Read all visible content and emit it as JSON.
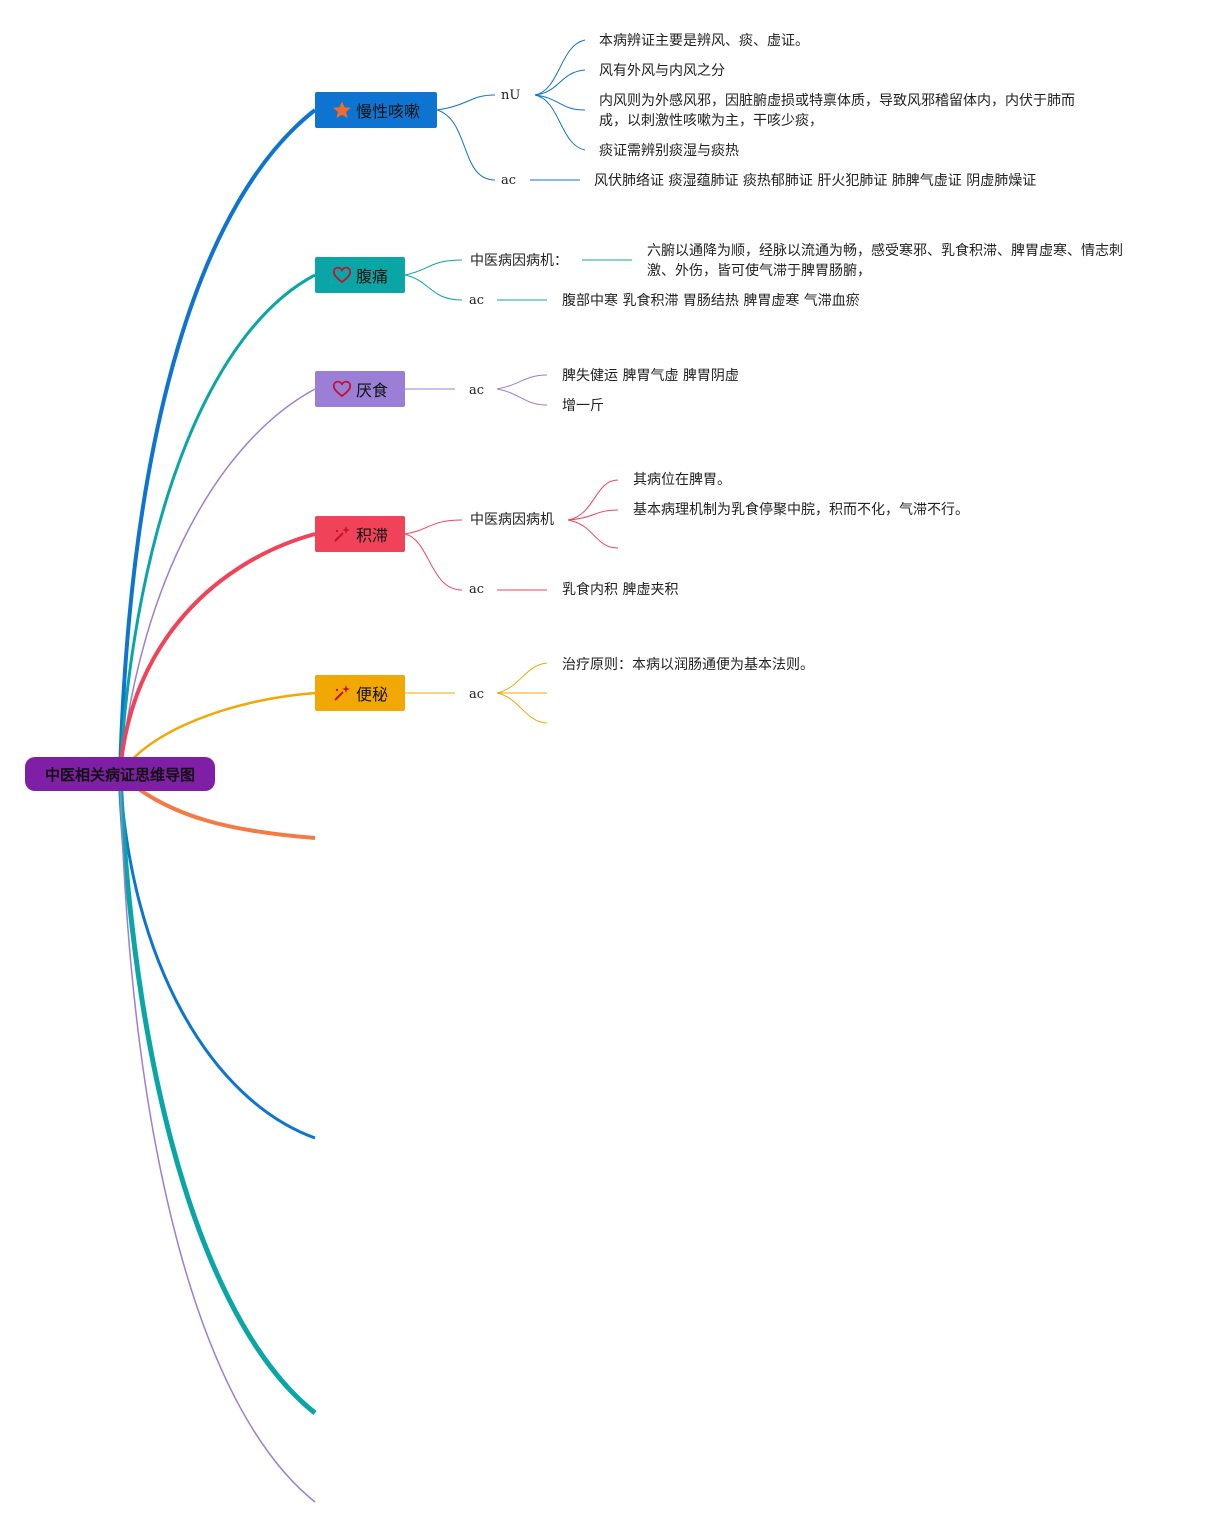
{
  "root": {
    "label": "中医相关病证思维导图",
    "color": "#7e1fa5"
  },
  "topics": [
    {
      "label": "慢性咳嗽",
      "icon": "star-icon",
      "color": "#0e74d1",
      "groups": [
        {
          "label": "nU",
          "items": [
            "本病辨证主要是辨风、痰、虚证。",
            "风有外风与内风之分",
            "内风则为外感风邪，因脏腑虚损或特禀体质，导致风邪稽留体内，内伏于肺而成，以刺激性咳嗽为主，干咳少痰，",
            "痰证需辨别痰湿与痰热"
          ]
        },
        {
          "label": "ac",
          "items": [
            "风伏肺络证 痰湿蕴肺证 痰热郁肺证 肝火犯肺证 肺脾气虚证 阴虚肺燥证"
          ]
        }
      ]
    },
    {
      "label": "腹痛",
      "icon": "heart-icon",
      "color": "#0aa6a6",
      "groups": [
        {
          "label": "中医病因病机：",
          "items": [
            "六腑以通降为顺，经脉以流通为畅，感受寒邪、乳食积滞、脾胃虚寒、情志刺激、外伤，皆可使气滞于脾胃肠腑，"
          ]
        },
        {
          "label": "ac",
          "items": [
            "腹部中寒 乳食积滞 胃肠结热 脾胃虚寒 气滞血瘀"
          ]
        }
      ]
    },
    {
      "label": "厌食",
      "icon": "heart-icon",
      "color": "#9b7fd6",
      "groups": [
        {
          "label": "ac",
          "items": [
            "脾失健运 脾胃气虚 脾胃阴虚",
            "增一斤"
          ]
        }
      ]
    },
    {
      "label": "积滞",
      "icon": "sparkle-wand-icon",
      "color": "#f0435a",
      "groups": [
        {
          "label": "中医病因病机",
          "items": [
            "其病位在脾胃。",
            "基本病理机制为乳食停聚中脘，积而不化，气滞不行。"
          ]
        },
        {
          "label": "ac",
          "items": [
            "乳食内积 脾虚夹积"
          ]
        }
      ]
    },
    {
      "label": "便秘",
      "icon": "sparkle-wand-icon",
      "color": "#f2a804",
      "groups": [
        {
          "label": "ac",
          "items": [
            "治疗原则：本病以润肠通便为基本法则。"
          ]
        }
      ]
    }
  ],
  "trailing_branch_colors": [
    "#f47a43",
    "#0e74d1",
    "#0aa6a6",
    "#9b7fd6"
  ]
}
